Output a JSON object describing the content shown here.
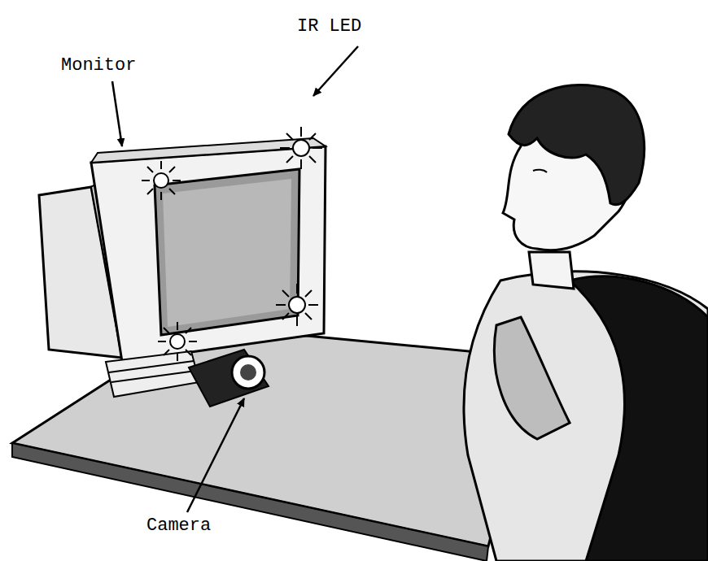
{
  "diagram": {
    "labels": [
      "Monitor",
      "IR LED",
      "Camera"
    ]
  }
}
